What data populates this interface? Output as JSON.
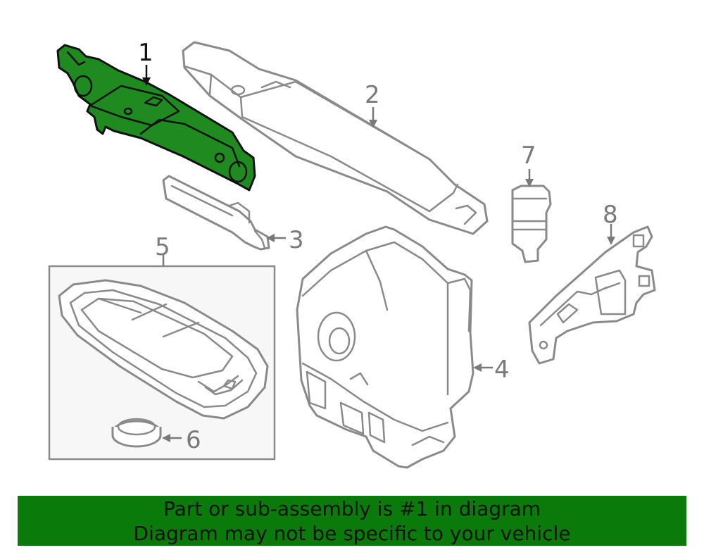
{
  "callouts": {
    "p1": "1",
    "p2": "2",
    "p3": "3",
    "p4": "4",
    "p5": "5",
    "p6": "6",
    "p7": "7",
    "p8": "8"
  },
  "highlighted_part": "1",
  "colors": {
    "highlight": "#1f8a1f",
    "banner": "#0a7a0a",
    "outline": "#8a8a8a"
  },
  "banner": {
    "line1": "Part or sub-assembly is #1 in diagram",
    "line2": "Diagram may not be specific to your vehicle"
  }
}
